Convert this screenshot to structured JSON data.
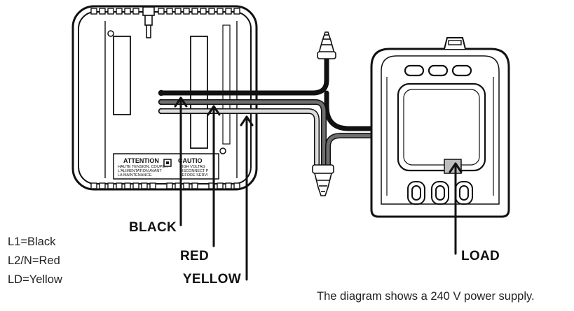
{
  "callouts": {
    "black": "BLACK",
    "red": "RED",
    "yellow": "YELLOW",
    "load": "LOAD"
  },
  "legend": [
    "L1=Black",
    "L2/N=Red",
    "LD=Yellow"
  ],
  "note": "The diagram shows a 240 V power supply.",
  "label_plate": {
    "attention_title": "ATTENTION",
    "attention_lines": [
      "HAUTE TENSION. COUPER",
      "L'ALIMENTATION AVANT",
      "LA MAINTENANCE."
    ],
    "caution_title": "CAUTIO",
    "caution_lines": [
      "HIGH VOLTAG",
      "DISCONNECT P",
      "BEFORE SERVI"
    ]
  },
  "wire_colors": {
    "black": "#111111",
    "red": "#6e6e6e",
    "yellow": "#cfcfcf"
  }
}
